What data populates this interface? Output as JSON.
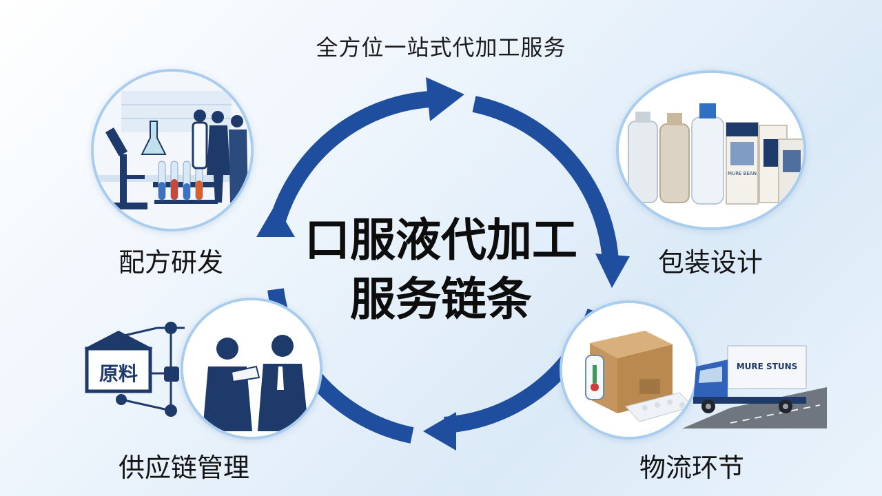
{
  "top_title": "全方位一站式代加工服务",
  "center_title": {
    "line1": "口服液代加工",
    "line2": "服务链条"
  },
  "stages": {
    "formula": "配方研发",
    "packaging": "包装设计",
    "logistics": "物流环节",
    "supply_chain": "供应链管理"
  },
  "warehouse_sign": "原料",
  "truck_text": "MURE STUNS",
  "box_label": "MURE BEAN",
  "colors": {
    "arrow": "#1f4e9f",
    "ring": "#a9cdee",
    "navy": "#1e3a6b"
  }
}
